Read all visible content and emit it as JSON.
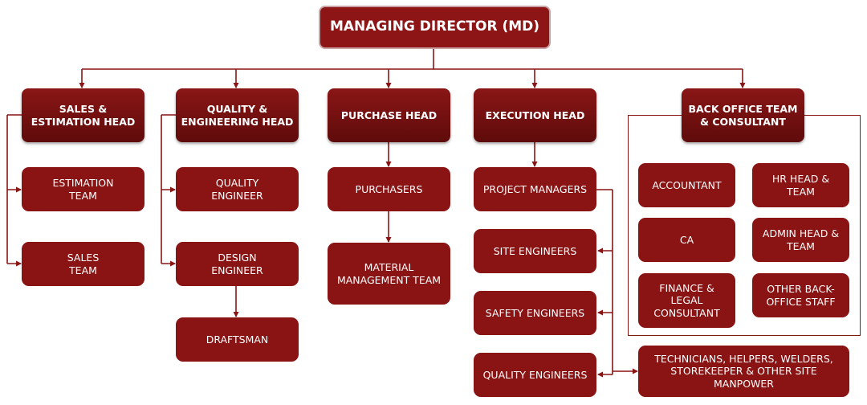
{
  "md": "MANAGING DIRECTOR (MD)",
  "sales": {
    "head": "SALES &\nESTIMATION HEAD",
    "estimation_team": "ESTIMATION\nTEAM",
    "sales_team": "SALES\nTEAM"
  },
  "quality": {
    "head": "QUALITY &\nENGINEERING HEAD",
    "quality_engineer": "QUALITY\nENGINEER",
    "design_engineer": "DESIGN\nENGINEER",
    "draftsman": "DRAFTSMAN"
  },
  "purchase": {
    "head": "PURCHASE HEAD",
    "purchasers": "PURCHASERS",
    "material_team": "MATERIAL\nMANAGEMENT TEAM"
  },
  "execution": {
    "head": "EXECUTION HEAD",
    "project_managers": "PROJECT MANAGERS",
    "site_engineers": "SITE ENGINEERS",
    "safety_engineers": "SAFETY ENGINEERS",
    "quality_engineers": "QUALITY ENGINEERS",
    "manpower": "TECHNICIANS, HELPERS, WELDERS,\nSTOREKEEPER & OTHER SITE\nMANPOWER"
  },
  "backoffice": {
    "head": "BACK OFFICE TEAM\n& CONSULTANT",
    "accountant": "ACCOUNTANT",
    "hr": "HR HEAD &\nTEAM",
    "ca": "CA",
    "admin": "ADMIN HEAD &\nTEAM",
    "finance": "FINANCE &\nLEGAL\nCONSULTANT",
    "other": "OTHER BACK-\nOFFICE STAFF"
  },
  "colors": {
    "primary": "#8a1313",
    "head_dark": "#5f0b0b",
    "line": "#8a1515"
  }
}
